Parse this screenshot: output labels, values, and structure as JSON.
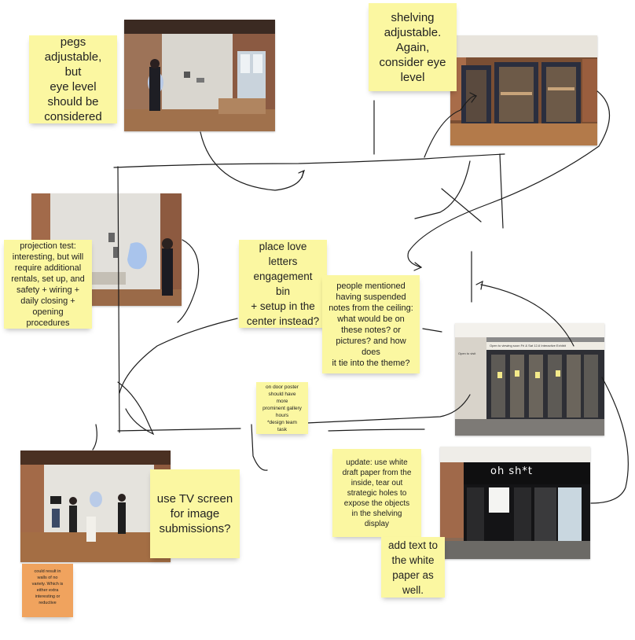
{
  "board": {
    "background": "#ffffff",
    "note_color": "#fbf7a1",
    "accent_note_color": "#f0a35e",
    "ink_color": "#1c1c1c"
  },
  "notes": {
    "pegs": "pegs\nadjustable, but\neye level\nshould be\nconsidered",
    "shelving": "shelving\nadjustable.\nAgain,\nconsider eye\nlevel",
    "projection": "projection test:\ninteresting, but will\nrequire additional\nrentals, set up, and\nsafety + wiring +\ndaily closing +\nopening procedures",
    "love_letters": "place love\nletters\nengagement bin\n+ setup in the\ncenter instead?",
    "suspended": "people mentioned\nhaving suspended\nnotes from the ceiling:\nwhat would be on\nthese notes? or\npictures? and how does\nit tie into the theme?",
    "door_poster": "on door poster\nshould have more\nprominent gallery\nhours\n*design team task",
    "tv_screen": "use TV screen\nfor image\nsubmissions?",
    "walls": "could result in\nwalls of no\nvariety. Which is\neither extra\ninteresting or\nreductive",
    "white_paper": "update: use white\ndraft paper from the\ninside, tear out\nstrategic holes to\nexpose the objects\nin the shelving\ndisplay",
    "add_text": "add text to\nthe white\npaper as\nwell."
  },
  "photos": {
    "storefront_sign": "oh sh*t",
    "banner": "Open to viewing soon  Fri & Sat 12-6  Interactive Exhibit",
    "door_sign": "Open to visit"
  }
}
